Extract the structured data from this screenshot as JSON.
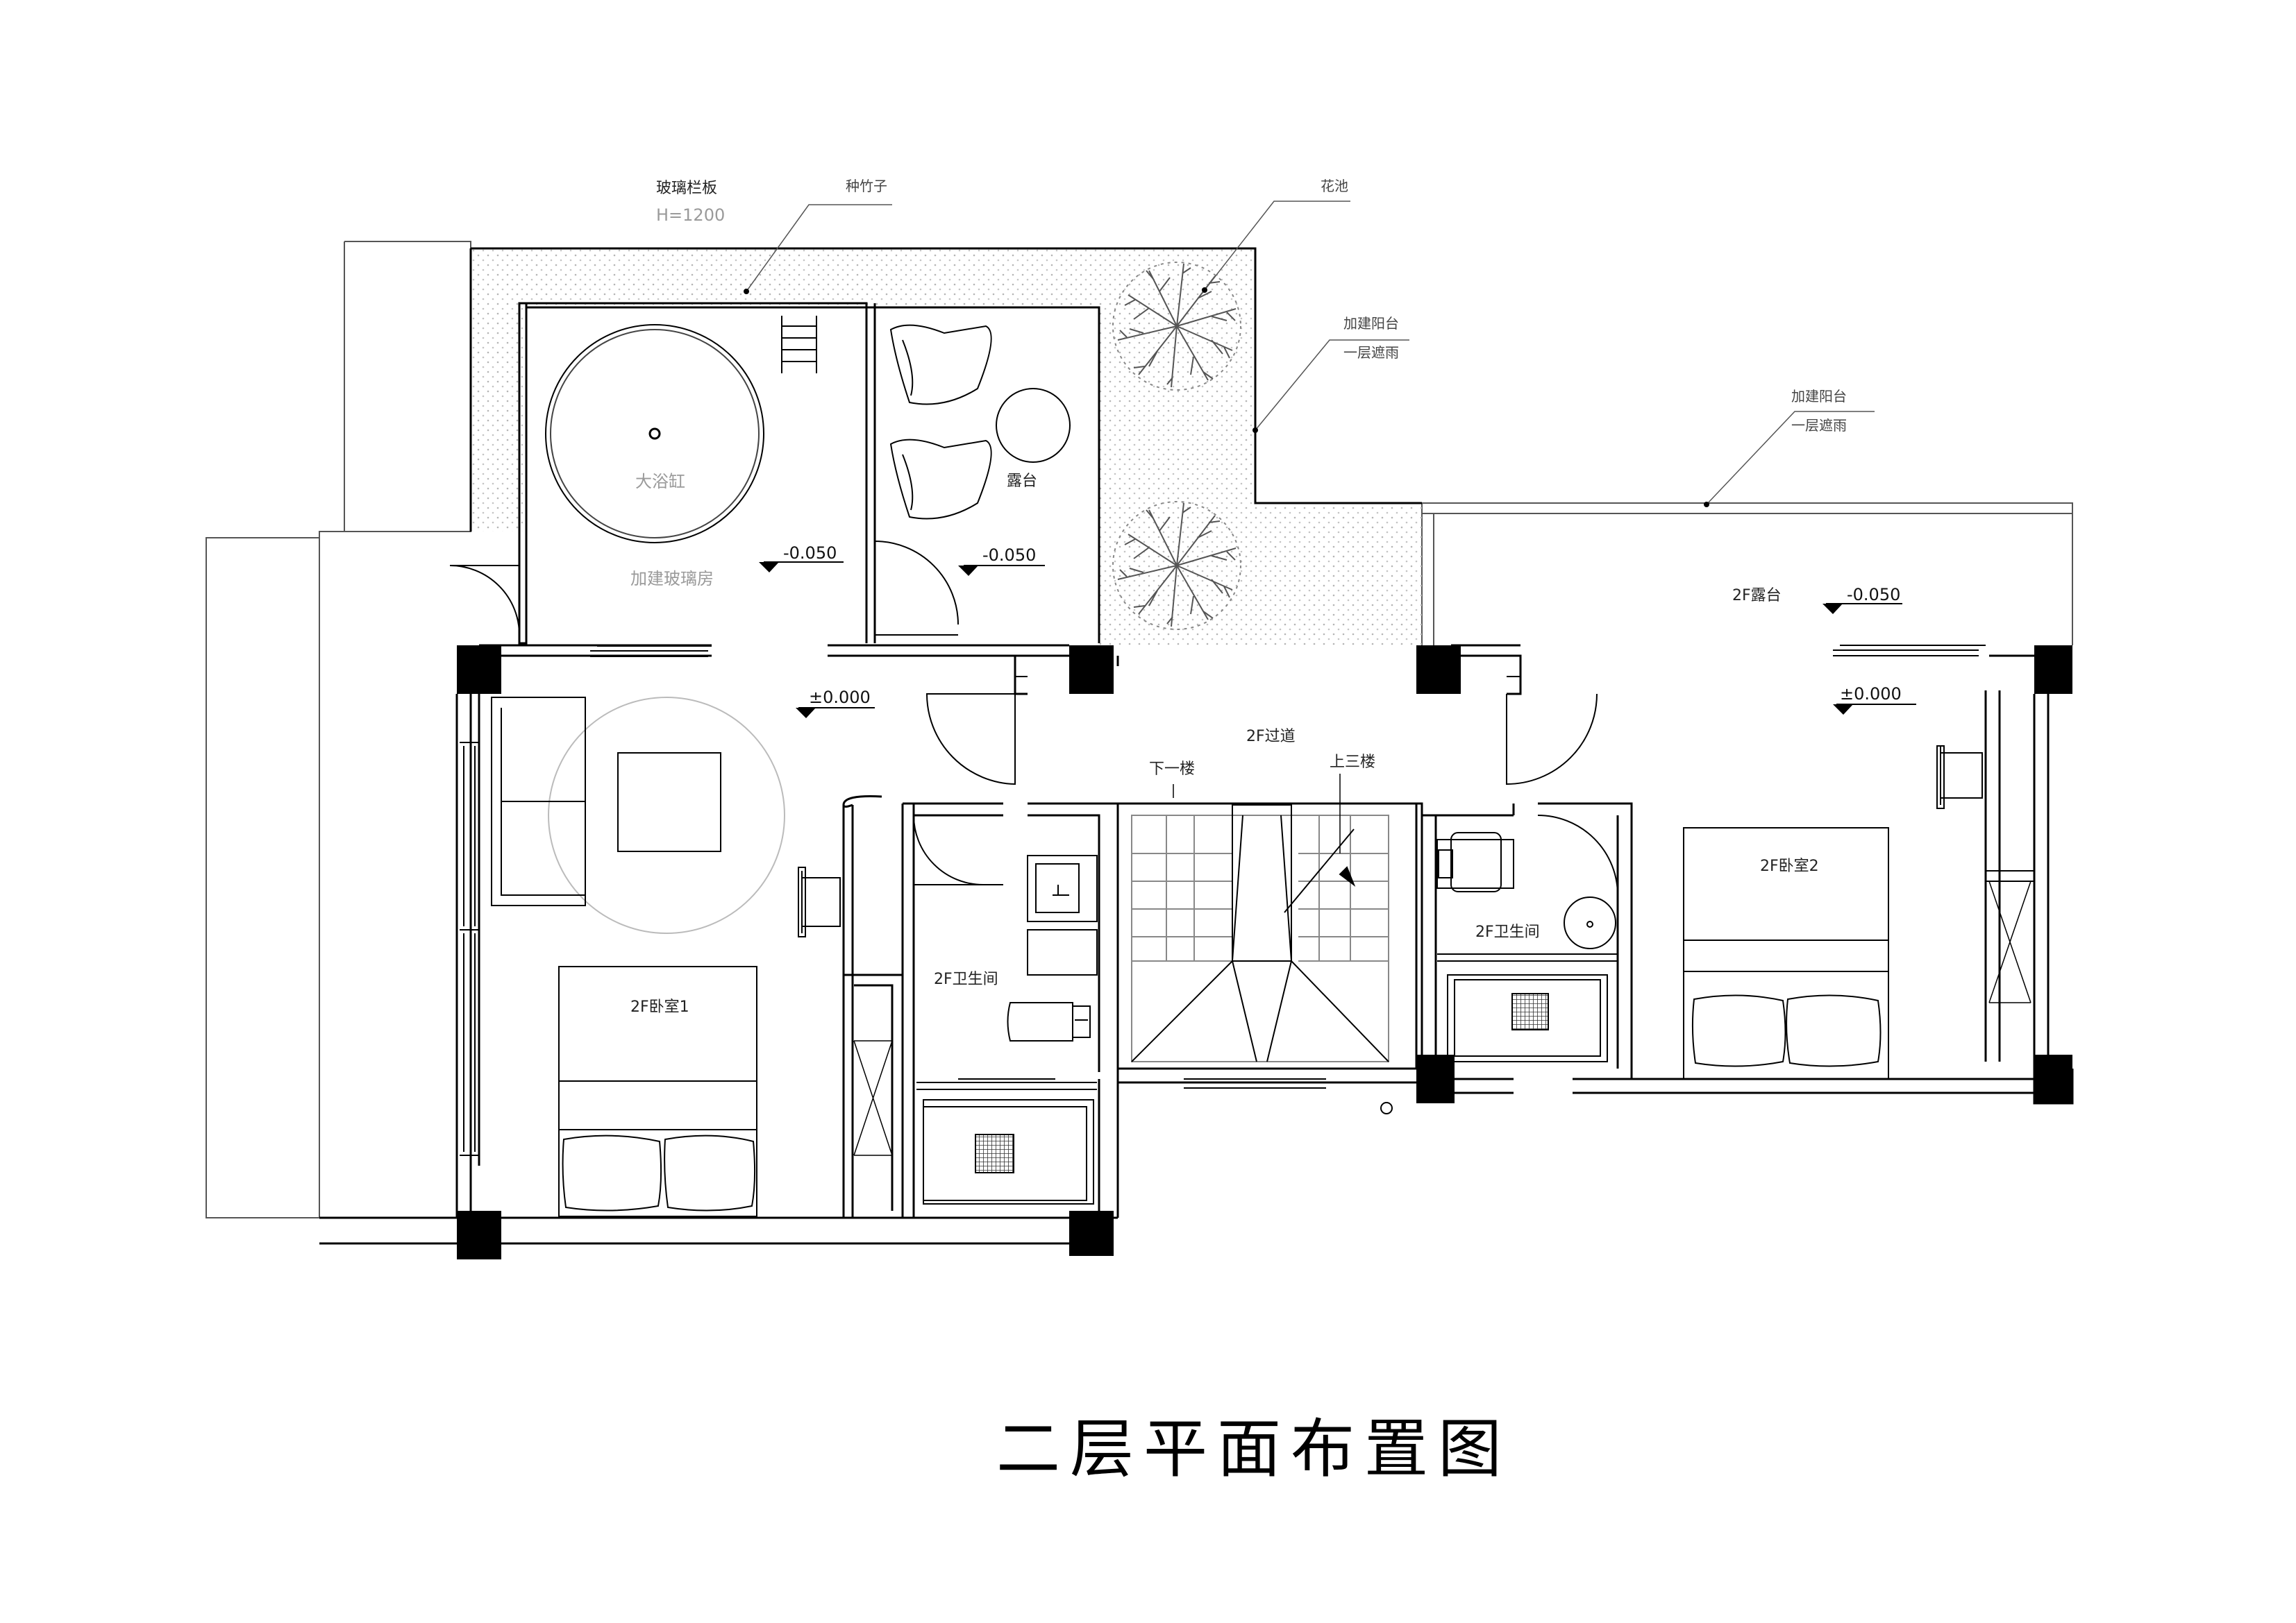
{
  "drawing": {
    "title": "二层平面布置图"
  },
  "annotations": {
    "glass_rail": "玻璃栏板",
    "glass_rail_height": "H=1200",
    "bamboo": "种竹子",
    "planter": "花池",
    "balcony_note_1_line1": "加建阳台",
    "balcony_note_1_line2": "一层遮雨",
    "balcony_note_2_line1": "加建阳台",
    "balcony_note_2_line2": "一层遮雨"
  },
  "rooms": {
    "bathtub": "大浴缸",
    "glass_room": "加建玻璃房",
    "terrace": "露台",
    "terrace_2f": "2F露台",
    "corridor_2f": "2F过道",
    "bedroom1": "2F卧室1",
    "bedroom2": "2F卧室2",
    "bathroom_left": "2F卫生间",
    "bathroom_right": "2F卫生间",
    "stairs_down": "下一楼",
    "stairs_up": "上三楼"
  },
  "levels": {
    "glass_room": "-0.050",
    "terrace": "-0.050",
    "terrace_2f": "-0.050",
    "bedroom1": "±0.000",
    "bedroom2": "±0.000"
  },
  "colors": {
    "line": "#000000",
    "pillar": "#000000",
    "hatch": "#bdbdbd",
    "faint": "#9a9a9a"
  }
}
